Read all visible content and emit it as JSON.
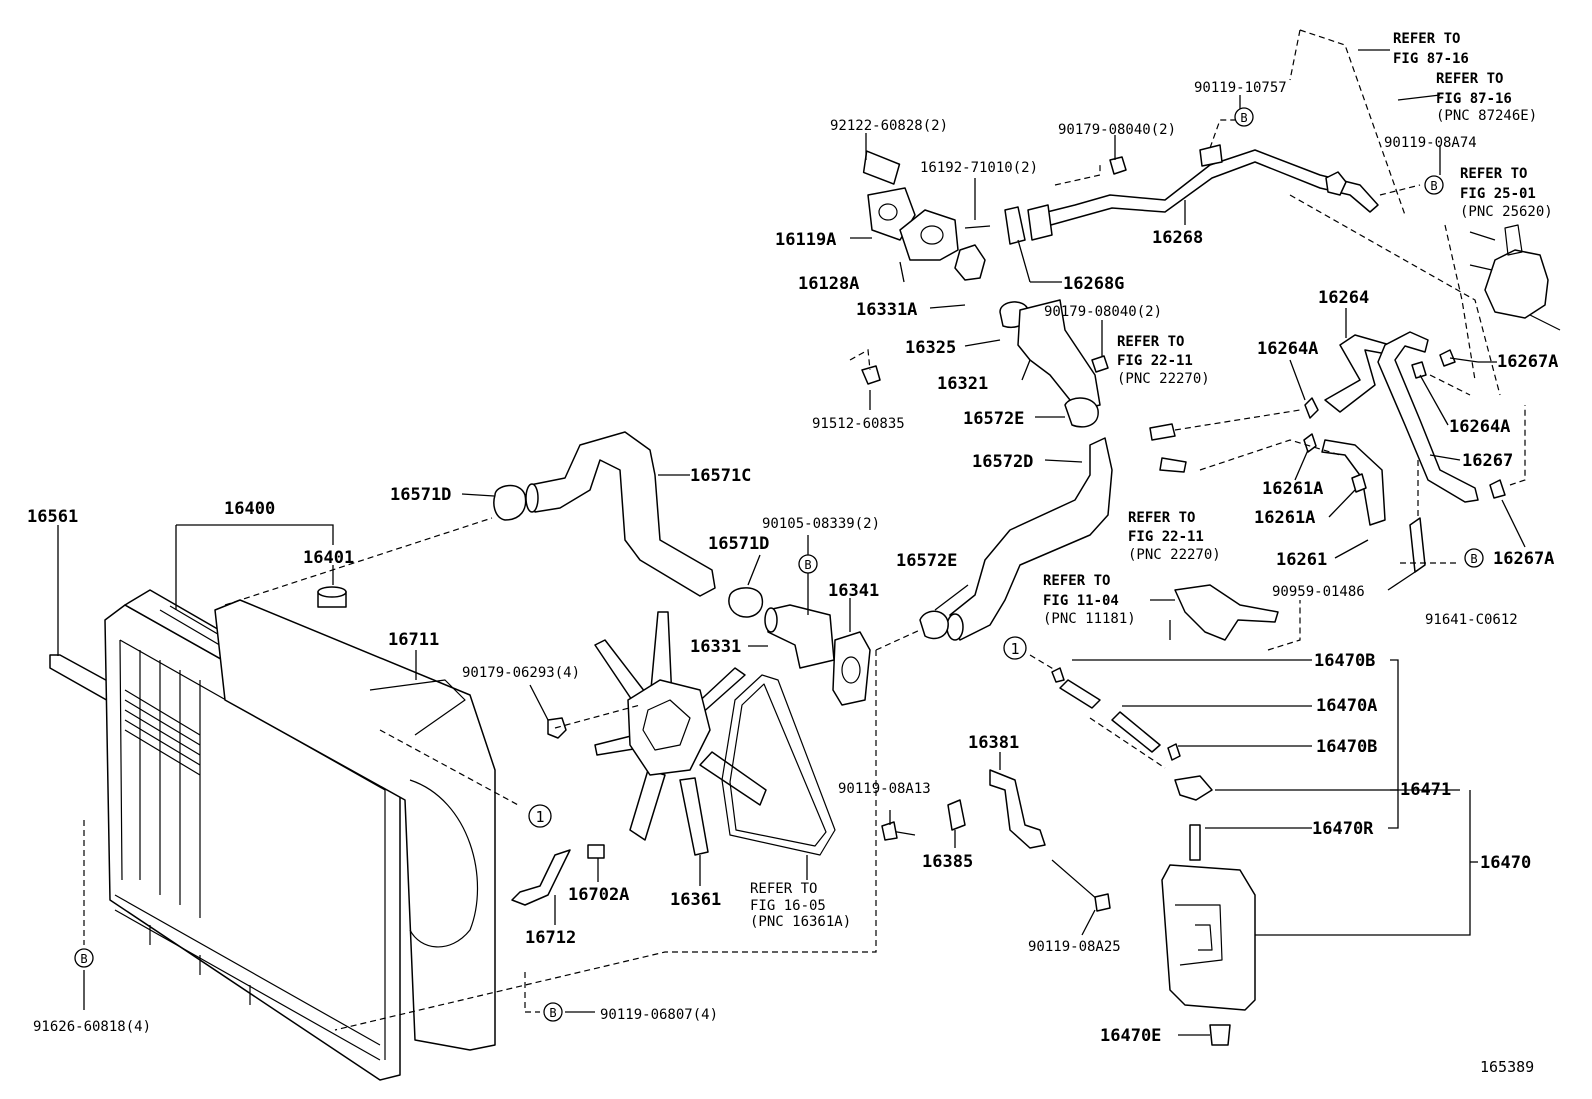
{
  "figure_number": "165389",
  "labels": {
    "p16561": "16561",
    "p16400": "16400",
    "p16401": "16401",
    "p16711": "16711",
    "p16571D_a": "16571D",
    "p16571C": "16571C",
    "p16571D_b": "16571D",
    "p90105": "90105-08339(2)",
    "p16341": "16341",
    "p16331": "16331",
    "p90179_06293": "90179-06293(4)",
    "p16361": "16361",
    "p16702A": "16702A",
    "p16712": "16712",
    "p91626": "91626-60818(4)",
    "p90119_06807": "90119-06807(4)",
    "p92122": "92122-60828(2)",
    "p16192": "16192-71010(2)",
    "p16119A": "16119A",
    "p16128A": "16128A",
    "p16331A": "16331A",
    "p16325": "16325",
    "p16321": "16321",
    "p91512": "91512-60835",
    "p90179_08040_a": "90179-08040(2)",
    "p90179_08040_b": "90179-08040(2)",
    "p90119_10757": "90119-10757",
    "p16268": "16268",
    "p16268G": "16268G",
    "p16572E_a": "16572E",
    "p16572D": "16572D",
    "p16572E_b": "16572E",
    "p16264": "16264",
    "p16264A_a": "16264A",
    "p16264A_b": "16264A",
    "p16267A_a": "16267A",
    "p16267A_b": "16267A",
    "p16267": "16267",
    "p16261A_a": "16261A",
    "p16261A_b": "16261A",
    "p16261": "16261",
    "p90959": "90959-01486",
    "p91641": "91641-C0612",
    "p90119_08A74": "90119-08A74",
    "p16470B_a": "16470B",
    "p16470A": "16470A",
    "p16470B_b": "16470B",
    "p16471": "16471",
    "p16470R": "16470R",
    "p16470": "16470",
    "p16470E": "16470E",
    "p16381": "16381",
    "p16385": "16385",
    "p90119_08A13": "90119-08A13",
    "p90119_08A25": "90119-08A25"
  },
  "references": {
    "r87_16a": [
      "REFER TO",
      "FIG 87-16"
    ],
    "r87_16b": [
      "REFER TO",
      "FIG 87-16",
      "(PNC 87246E)"
    ],
    "r25_01": [
      "REFER TO",
      "FIG 25-01",
      "(PNC 25620)"
    ],
    "r22_11a": [
      "REFER TO",
      "FIG 22-11",
      "(PNC 22270)"
    ],
    "r22_11b": [
      "REFER TO",
      "FIG 22-11",
      "(PNC 22270)"
    ],
    "r11_04": [
      "REFER TO",
      "FIG 11-04",
      "(PNC 11181)"
    ],
    "r16_05": [
      "REFER TO",
      "FIG 16-05",
      "(PNC 16361A)"
    ]
  },
  "markers": {
    "b": "B",
    "one": "1"
  }
}
